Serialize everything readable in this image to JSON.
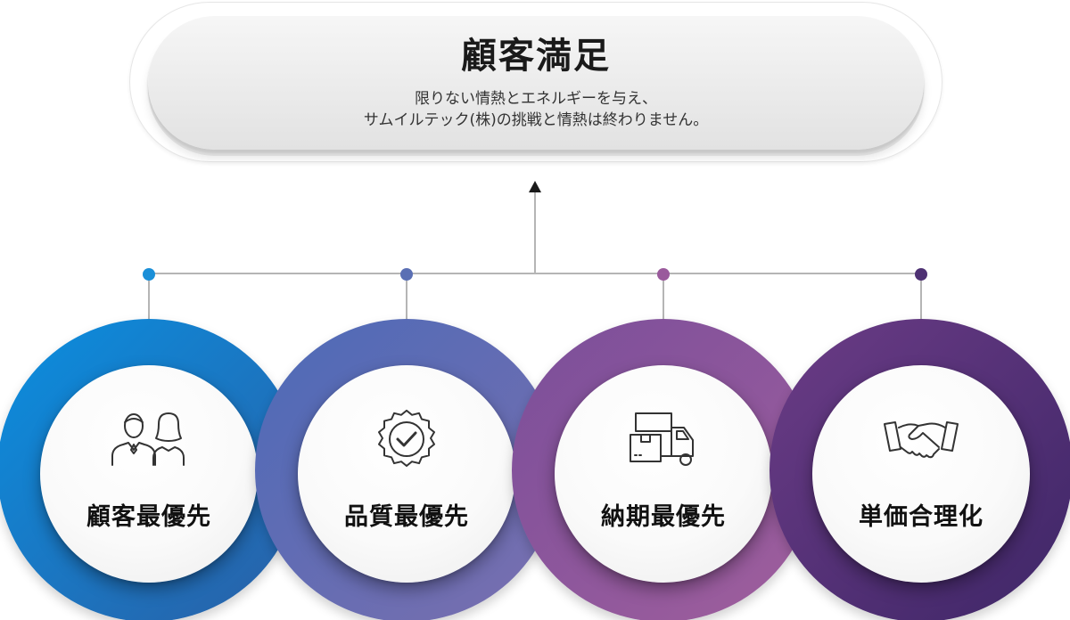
{
  "header": {
    "title": "顧客満足",
    "subtitle_line1": "限りない情熱とエネルギーを与え、",
    "subtitle_line2": "サムイルテック(株)の挑戦と情熱は終わりません。"
  },
  "items": [
    {
      "label": "顧客最優先",
      "icon": "people-icon",
      "color": "#1a8fd8"
    },
    {
      "label": "品質最優先",
      "icon": "quality-badge-icon",
      "color": "#5a6fb4"
    },
    {
      "label": "納期最優先",
      "icon": "delivery-truck-icon",
      "color": "#9a5a9c"
    },
    {
      "label": "単価合理化",
      "icon": "handshake-icon",
      "color": "#4e3173"
    }
  ],
  "colors": {
    "ring1_start": "#0a8fe0",
    "ring1_end": "#2a5fa5",
    "ring2_start": "#4c6ab8",
    "ring2_end": "#7b6fae",
    "ring3_start": "#7a4e9a",
    "ring3_end": "#a05f9d",
    "ring4_start": "#6b3c86",
    "ring4_end": "#3e2667",
    "connector": "#b5b5b5",
    "arrow": "#1a1a1a"
  }
}
